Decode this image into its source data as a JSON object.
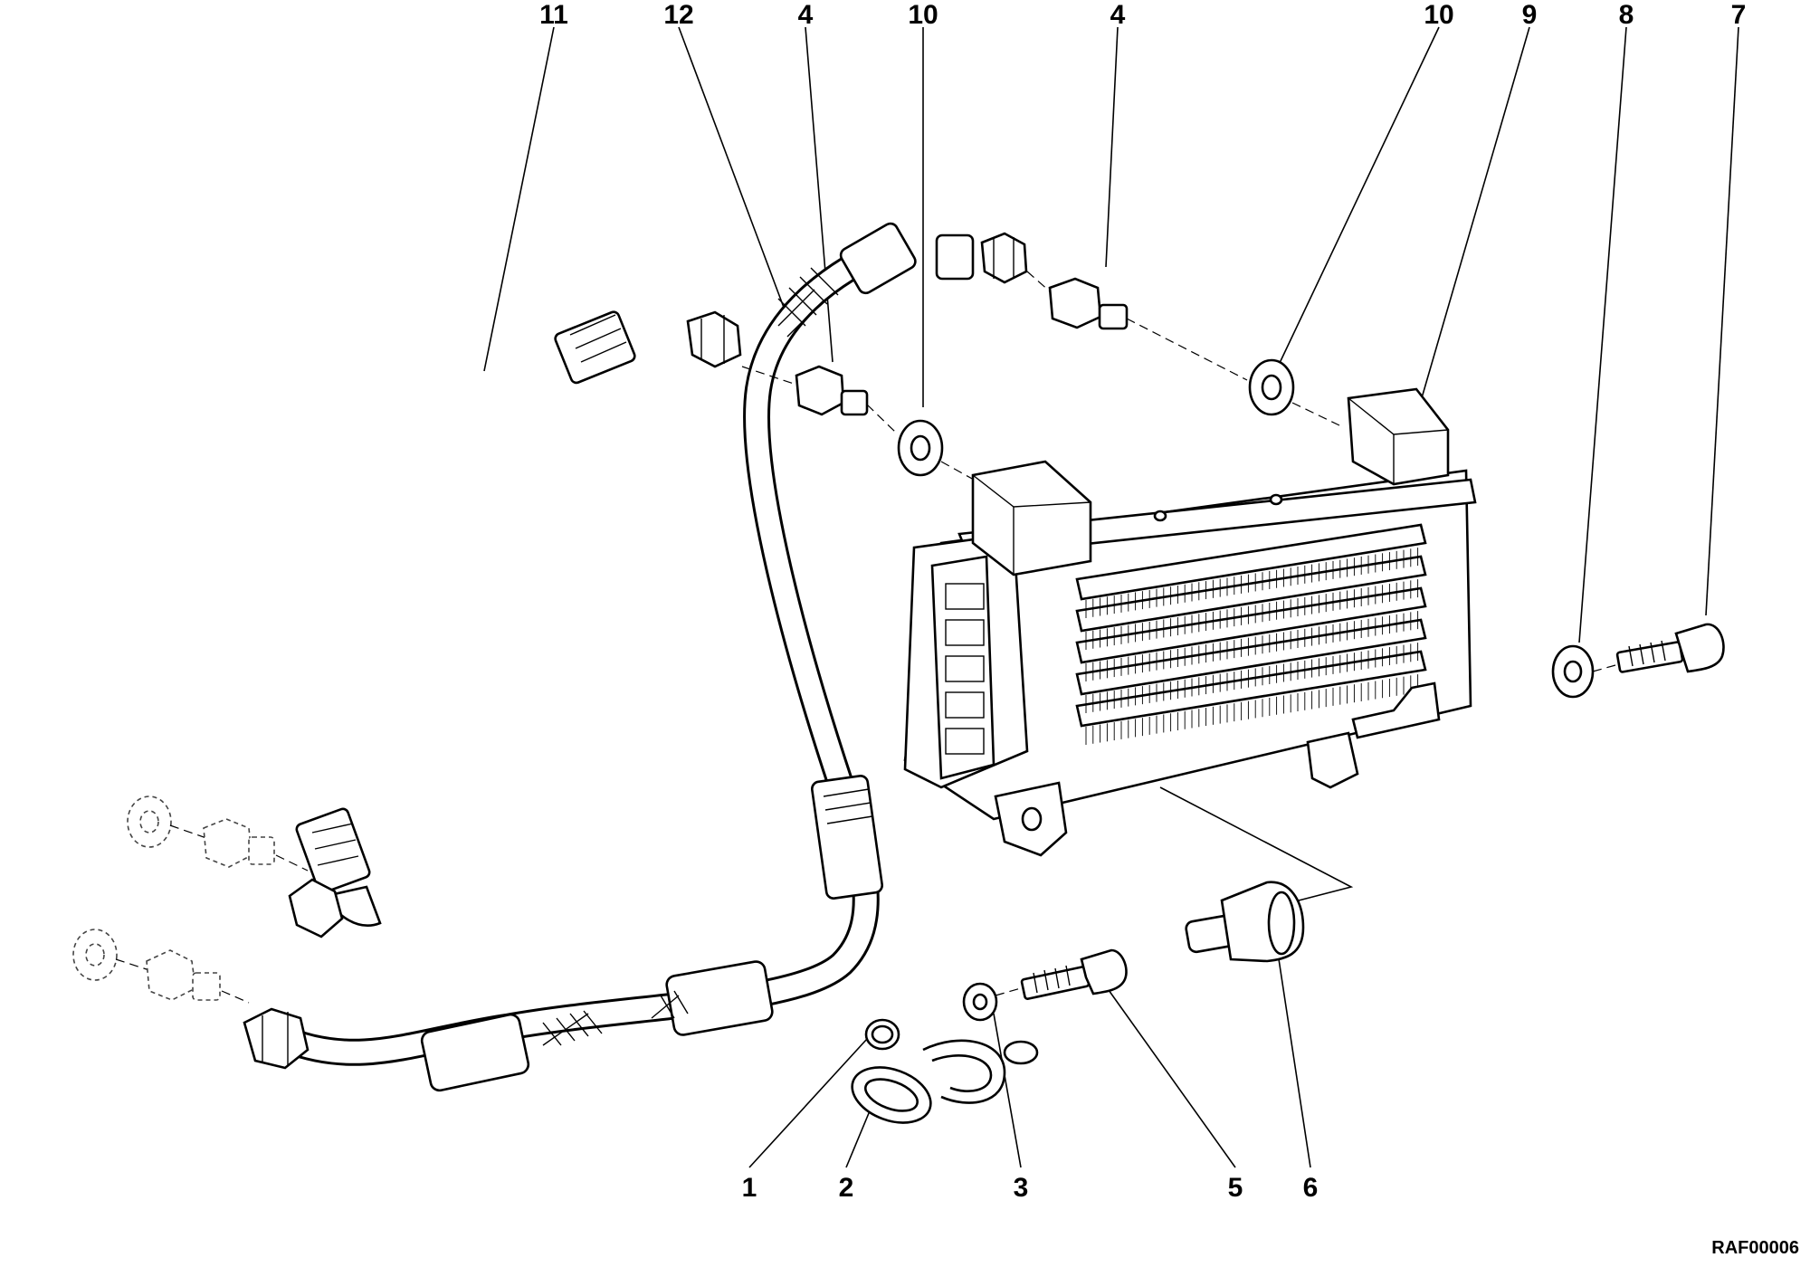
{
  "callouts": [
    {
      "id": "11",
      "label": "11"
    },
    {
      "id": "12",
      "label": "12"
    },
    {
      "id": "4a",
      "label": "4"
    },
    {
      "id": "10a",
      "label": "10"
    },
    {
      "id": "4b",
      "label": "4"
    },
    {
      "id": "10b",
      "label": "10"
    },
    {
      "id": "9",
      "label": "9"
    },
    {
      "id": "8",
      "label": "8"
    },
    {
      "id": "7",
      "label": "7"
    },
    {
      "id": "1",
      "label": "1"
    },
    {
      "id": "2",
      "label": "2"
    },
    {
      "id": "3",
      "label": "3"
    },
    {
      "id": "5",
      "label": "5"
    },
    {
      "id": "6",
      "label": "6"
    }
  ],
  "drawing_ref": "RAF00006"
}
